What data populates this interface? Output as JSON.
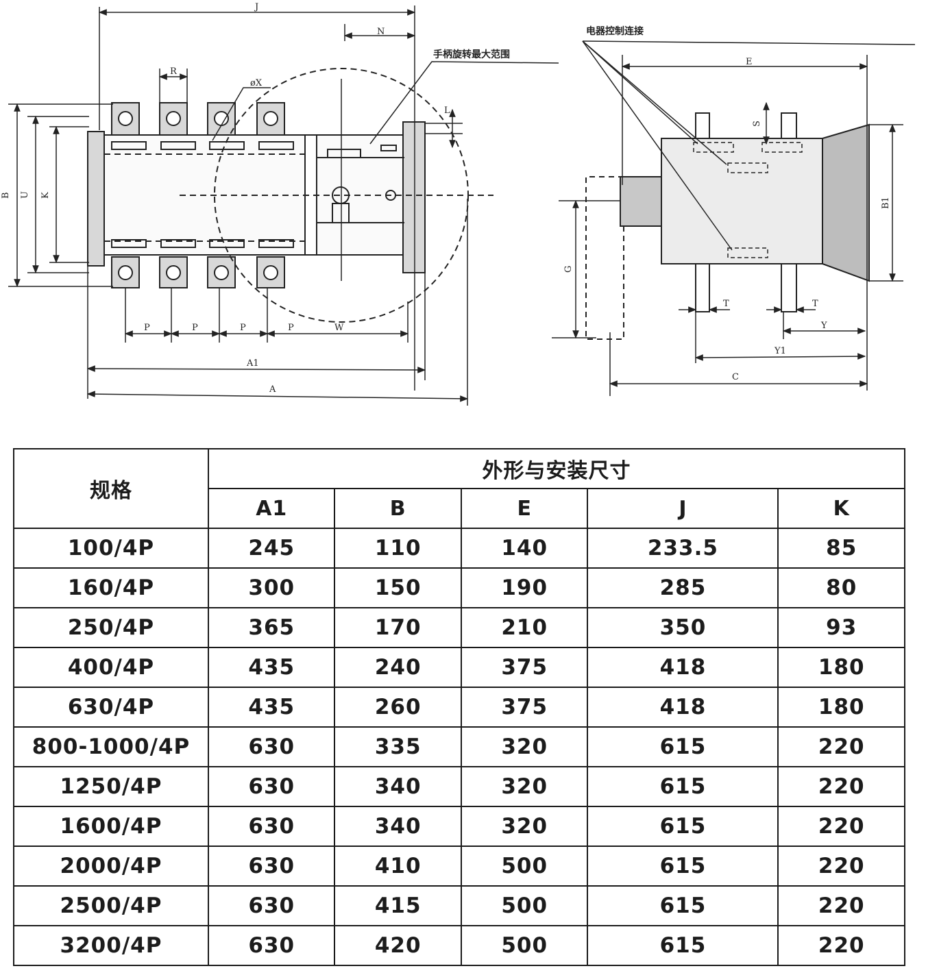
{
  "drawing": {
    "front_view_labels": {
      "J": "J",
      "N": "N",
      "R": "R",
      "X": "øX",
      "B": "B",
      "U": "U",
      "K": "K",
      "L": "L",
      "P": "P",
      "W": "W",
      "A1": "A1",
      "A": "A"
    },
    "front_view_note": "手柄旋转最大范围",
    "side_view_labels": {
      "E": "E",
      "S": "S",
      "B1": "B1",
      "G": "G",
      "T": "T",
      "Y": "Y",
      "Y1": "Y1",
      "C": "C"
    },
    "side_view_note": "电器控制连接"
  },
  "table": {
    "spec_header": "规格",
    "group_header": "外形与安装尺寸",
    "columns": [
      "A1",
      "B",
      "E",
      "J",
      "K"
    ],
    "rows": [
      {
        "spec": "100/4P",
        "values": [
          "245",
          "110",
          "140",
          "233.5",
          "85"
        ]
      },
      {
        "spec": "160/4P",
        "values": [
          "300",
          "150",
          "190",
          "285",
          "80"
        ]
      },
      {
        "spec": "250/4P",
        "values": [
          "365",
          "170",
          "210",
          "350",
          "93"
        ]
      },
      {
        "spec": "400/4P",
        "values": [
          "435",
          "240",
          "375",
          "418",
          "180"
        ]
      },
      {
        "spec": "630/4P",
        "values": [
          "435",
          "260",
          "375",
          "418",
          "180"
        ]
      },
      {
        "spec": "800-1000/4P",
        "values": [
          "630",
          "335",
          "320",
          "615",
          "220"
        ]
      },
      {
        "spec": "1250/4P",
        "values": [
          "630",
          "340",
          "320",
          "615",
          "220"
        ]
      },
      {
        "spec": "1600/4P",
        "values": [
          "630",
          "340",
          "320",
          "615",
          "220"
        ]
      },
      {
        "spec": "2000/4P",
        "values": [
          "630",
          "410",
          "500",
          "615",
          "220"
        ]
      },
      {
        "spec": "2500/4P",
        "values": [
          "630",
          "415",
          "500",
          "615",
          "220"
        ]
      },
      {
        "spec": "3200/4P",
        "values": [
          "630",
          "420",
          "500",
          "615",
          "220"
        ]
      }
    ]
  }
}
